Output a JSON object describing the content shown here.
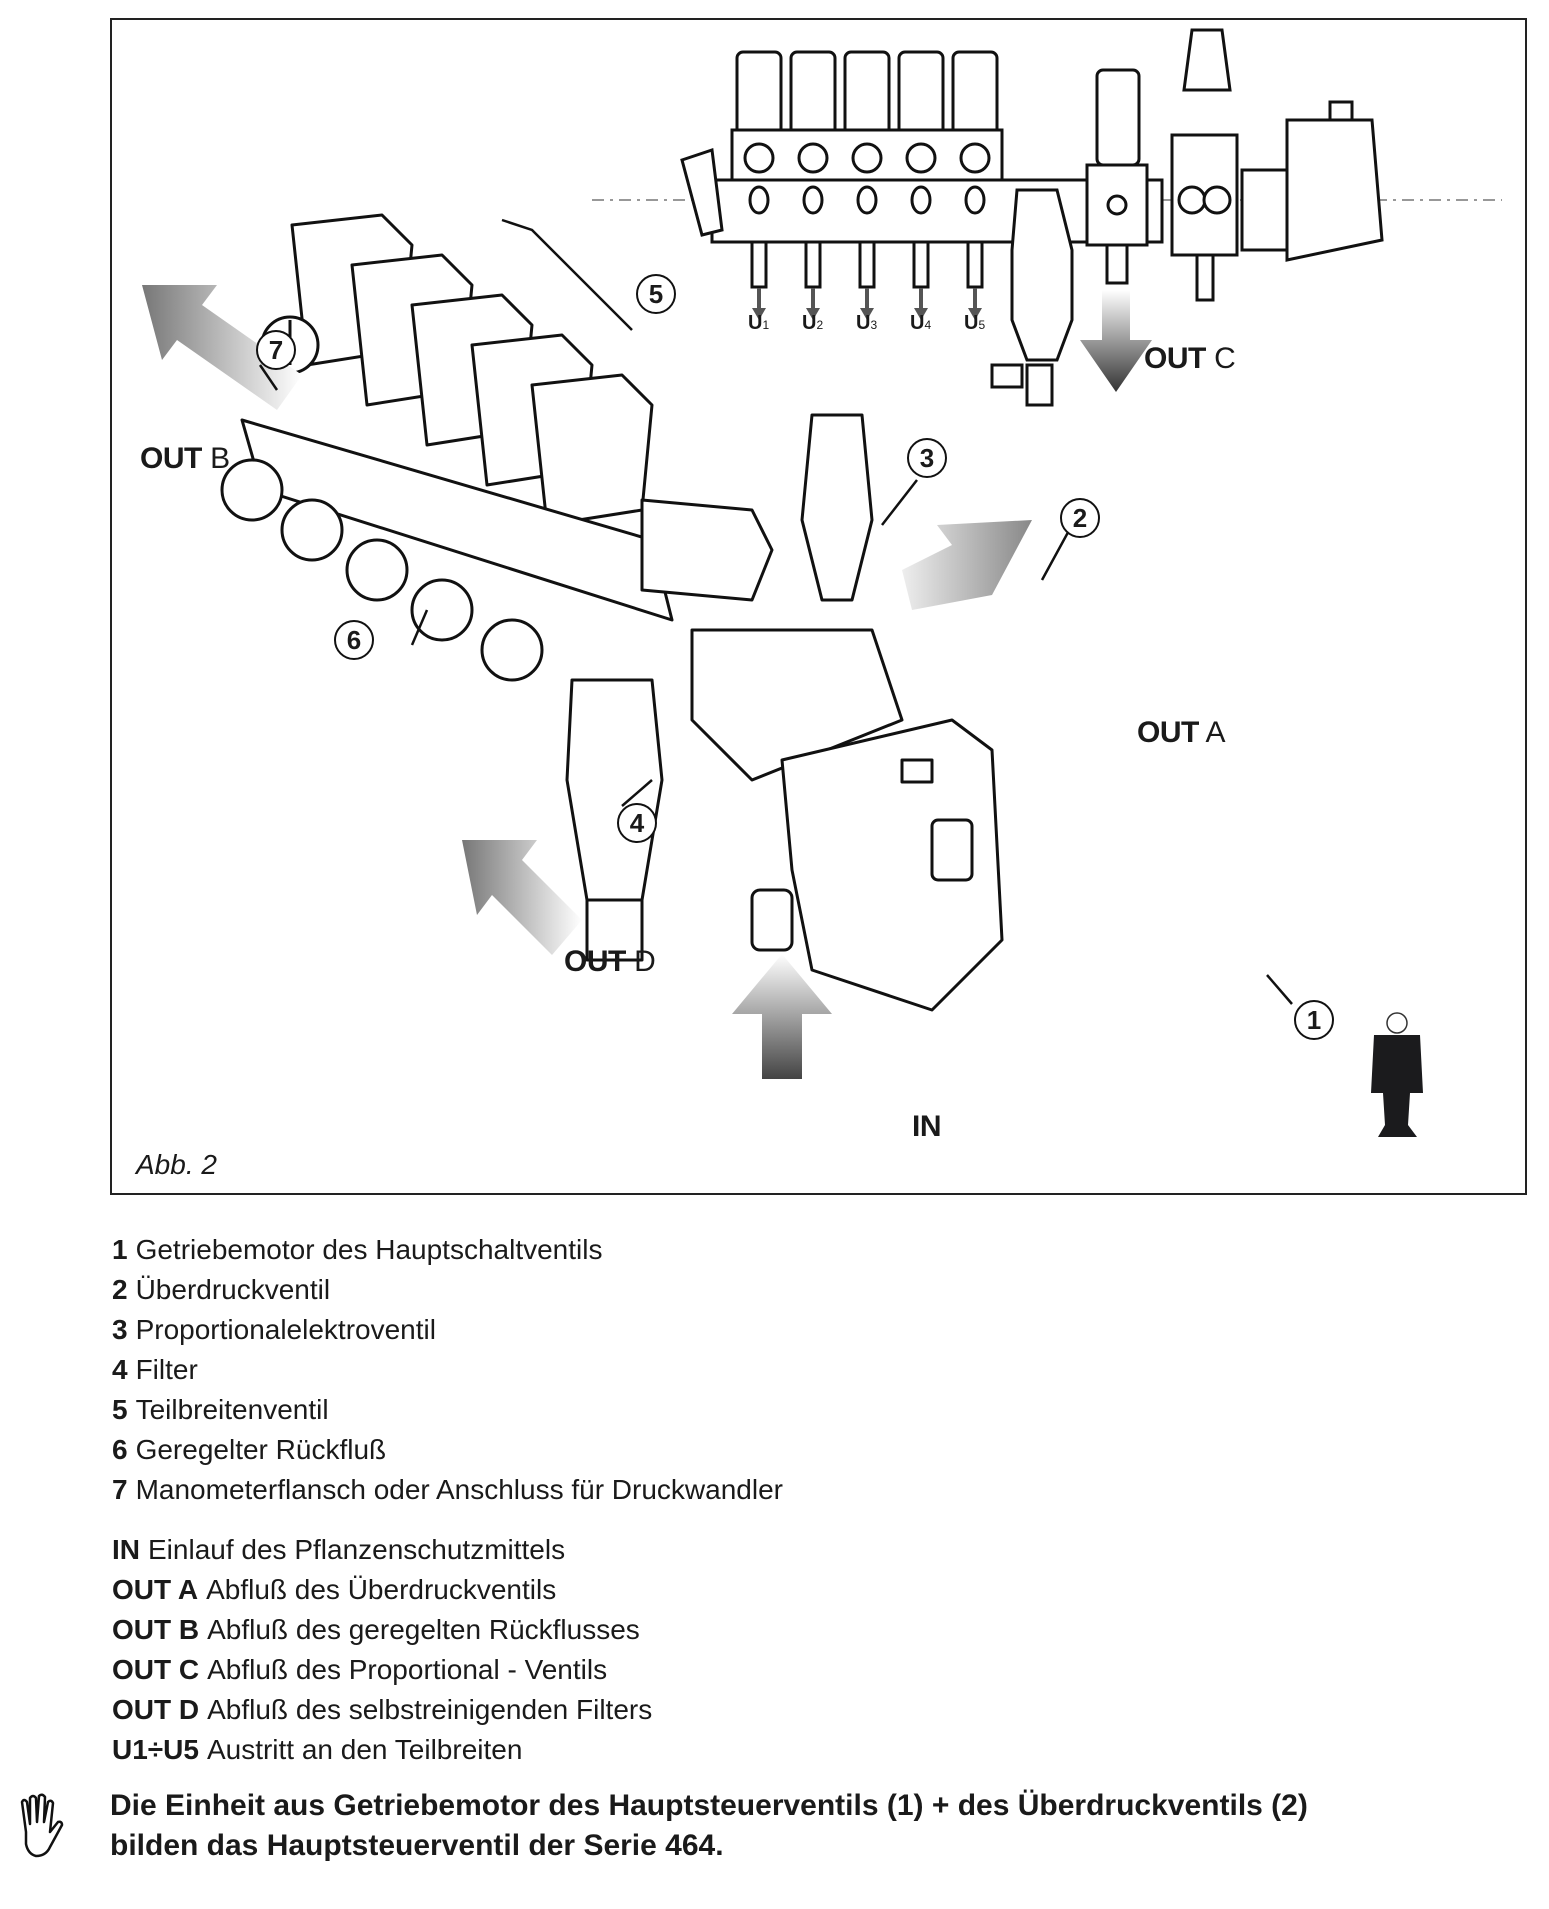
{
  "figure": {
    "caption": "Abb. 2",
    "flow_labels": {
      "out_a": {
        "bold": "OUT",
        "letter": "A"
      },
      "out_b": {
        "bold": "OUT",
        "letter": "B"
      },
      "out_c": {
        "bold": "OUT",
        "letter": "C"
      },
      "out_d": {
        "bold": "OUT",
        "letter": "D"
      },
      "in": "IN"
    },
    "outlets": [
      {
        "main": "U",
        "sub": "1"
      },
      {
        "main": "U",
        "sub": "2"
      },
      {
        "main": "U",
        "sub": "3"
      },
      {
        "main": "U",
        "sub": "4"
      },
      {
        "main": "U",
        "sub": "5"
      }
    ],
    "callouts": [
      "1",
      "2",
      "3",
      "4",
      "5",
      "6",
      "7"
    ],
    "icons": [
      "person-scale-icon",
      "flow-arrow-icon"
    ]
  },
  "legend_parts": [
    {
      "key": "1",
      "text": "Getriebemotor des Hauptschaltventils"
    },
    {
      "key": "2",
      "text": "Überdruckventil"
    },
    {
      "key": "3",
      "text": "Proportionalelektroventil"
    },
    {
      "key": "4",
      "text": "Filter"
    },
    {
      "key": "5",
      "text": "Teilbreitenventil"
    },
    {
      "key": "6",
      "text": "Geregelter Rückfluß"
    },
    {
      "key": "7",
      "text": "Manometerflansch oder Anschluss für Druckwandler"
    }
  ],
  "legend_flows": [
    {
      "key": "IN",
      "text": "Einlauf des Pflanzenschutzmittels"
    },
    {
      "key": "OUT A",
      "text": "Abfluß des Überdruckventils"
    },
    {
      "key": "OUT B",
      "text": "Abfluß des geregelten Rückflusses"
    },
    {
      "key": "OUT C",
      "text": "Abfluß des Proportional - Ventils"
    },
    {
      "key": "OUT D",
      "text": "Abfluß des selbstreinigenden Filters"
    },
    {
      "key": "U1÷U5",
      "text": "Austritt an den Teilbreiten"
    }
  ],
  "note": {
    "icon": "hand-warning-icon",
    "line1": "Die Einheit aus Getriebemotor des Hauptsteuerventils (1) + des Überdruckventils (2)",
    "line2": "bilden das Hauptsteuerventil der Serie 464."
  }
}
